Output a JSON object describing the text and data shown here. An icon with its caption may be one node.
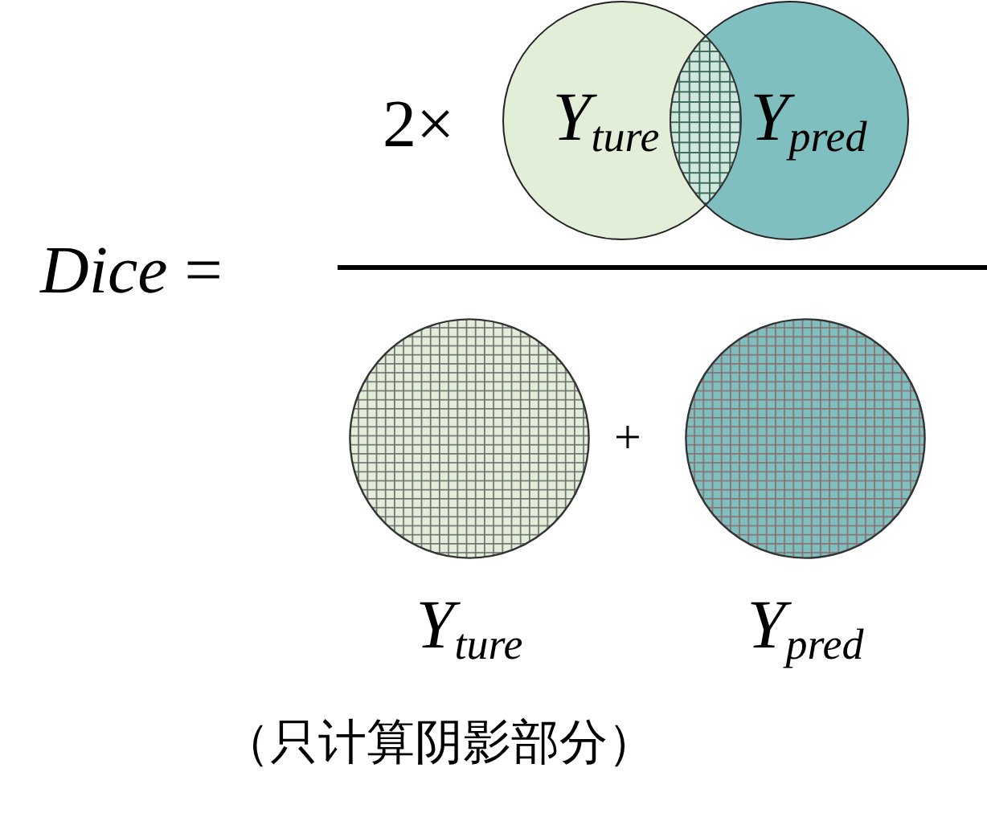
{
  "diagram": {
    "nodes": [
      {
        "text": [
          "Y$_{ture}$"
        ]
      },
      {
        "text": [
          "Y$_{pred}$"
        ]
      },
      {
        "text": [
          "Y$_{ture}$"
        ]
      },
      {
        "text": [
          "Y$_{pred}$"
        ]
      }
    ],
    "labels": [
      "*Dice* =",
      "2×",
      "+",
      "（只计算阴影部分）"
    ]
  }
}
